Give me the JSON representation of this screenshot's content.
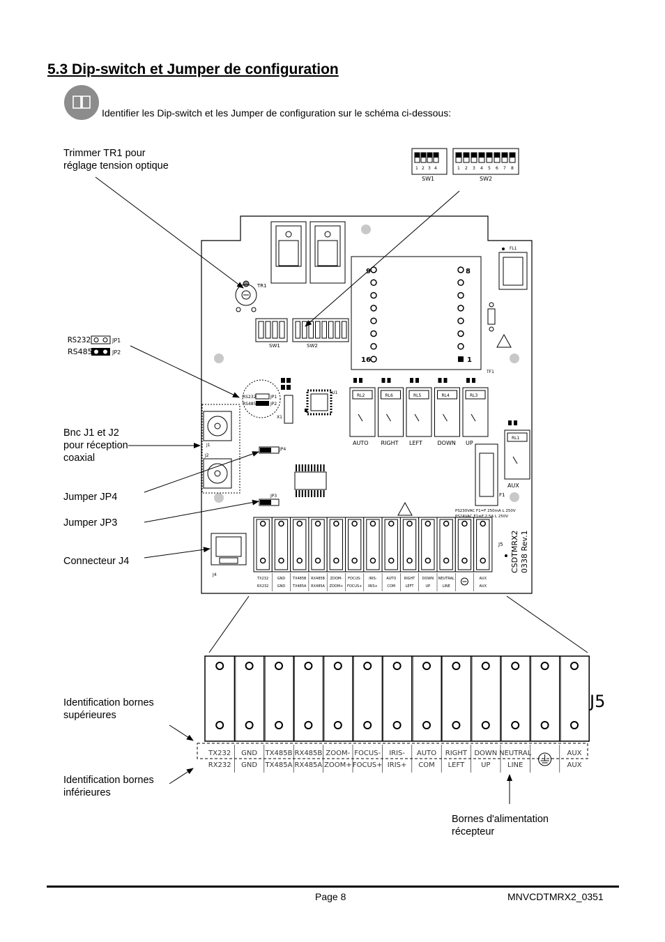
{
  "section_title": "5.3 Dip-switch et Jumper de configuration",
  "intro_text": "Identifier les Dip-switch et les Jumper de configuration sur le schéma ci-dessous:",
  "callouts": {
    "trimmer": [
      "Trimmer TR1 pour",
      "réglage tension optique"
    ],
    "bnc": [
      "Bnc J1 et J2",
      "pour réception",
      "coaxial"
    ],
    "jp4": "Jumper JP4",
    "jp3": "Jumper JP3",
    "j4": "Connecteur J4",
    "top_id": [
      "Identification bornes",
      "supérieures"
    ],
    "bottom_id": [
      "Identification bornes",
      "inférieures"
    ],
    "power": [
      "Bornes d'alimentation",
      "récepteur"
    ]
  },
  "dip_switches": {
    "sw1": {
      "label": "SW1",
      "positions": [
        "1",
        "2",
        "3",
        "4"
      ]
    },
    "sw2": {
      "label": "SW2",
      "positions": [
        "1",
        "2",
        "3",
        "4",
        "5",
        "6",
        "7",
        "8"
      ]
    }
  },
  "jumpers_legend": {
    "rs232": "RS232",
    "jp1": "JP1",
    "rs485": "RS485",
    "jp2": "JP2"
  },
  "board": {
    "tr1": "TR1",
    "fl1": "FL1",
    "tf1": "TF1",
    "u1": "U1",
    "x1": "X1",
    "j1": "J1",
    "j2": "J2",
    "jp3": "JP3",
    "jp4": "JP4",
    "j4": "J4",
    "j5": "J5",
    "f1": "F1",
    "sw1": "SW1",
    "sw2": "SW2",
    "rs232": "RS232",
    "rs485": "RS485",
    "jp1": "JP1",
    "jp2": "JP2",
    "transformer_pins": {
      "p9": "9",
      "p8": "8",
      "p16": "16",
      "p1": "1"
    },
    "relays": [
      {
        "id": "RL2",
        "name": "AUTO"
      },
      {
        "id": "RL6",
        "name": "RIGHT"
      },
      {
        "id": "RL5",
        "name": "LEFT"
      },
      {
        "id": "RL4",
        "name": "DOWN"
      },
      {
        "id": "RL3",
        "name": "UP"
      }
    ],
    "relay_aux": {
      "id": "RL1",
      "name": "AUX"
    },
    "fuse_note": [
      "PS230VAC  F1=F  250mA  L  250V",
      "PS24VAC  F1=F  2.5A  L  250V"
    ],
    "board_id": [
      "CSDTMRX2",
      "0338  Rev.1"
    ],
    "terminals_upper": [
      "TX232",
      "GND",
      "TX485B",
      "RX485B",
      "ZOOM-",
      "FOCUS-",
      "IRIS-",
      "AUTO",
      "RIGHT",
      "DOWN",
      "NEUTRAL",
      "",
      "AUX"
    ],
    "terminals_lower": [
      "RX232",
      "GND",
      "TX485A",
      "RX485A",
      "ZOOM+",
      "FOCUS+",
      "IRIS+",
      "COM",
      "LEFT",
      "UP",
      "LINE",
      "",
      "AUX"
    ]
  },
  "j5_label": "J5",
  "terminals_upper": [
    "TX232",
    "GND",
    "TX485B",
    "RX485B",
    "ZOOM-",
    "FOCUS-",
    "IRIS-",
    "AUTO",
    "RIGHT",
    "DOWN",
    "NEUTRAL",
    "",
    "AUX"
  ],
  "terminals_lower": [
    "RX232",
    "GND",
    "TX485A",
    "RX485A",
    "ZOOM+",
    "FOCUS+",
    "IRIS+",
    "COM",
    "LEFT",
    "UP",
    "LINE",
    "",
    "AUX"
  ],
  "footer": {
    "page": "Page 8",
    "doc": "MNVCDTMRX2_0351"
  }
}
